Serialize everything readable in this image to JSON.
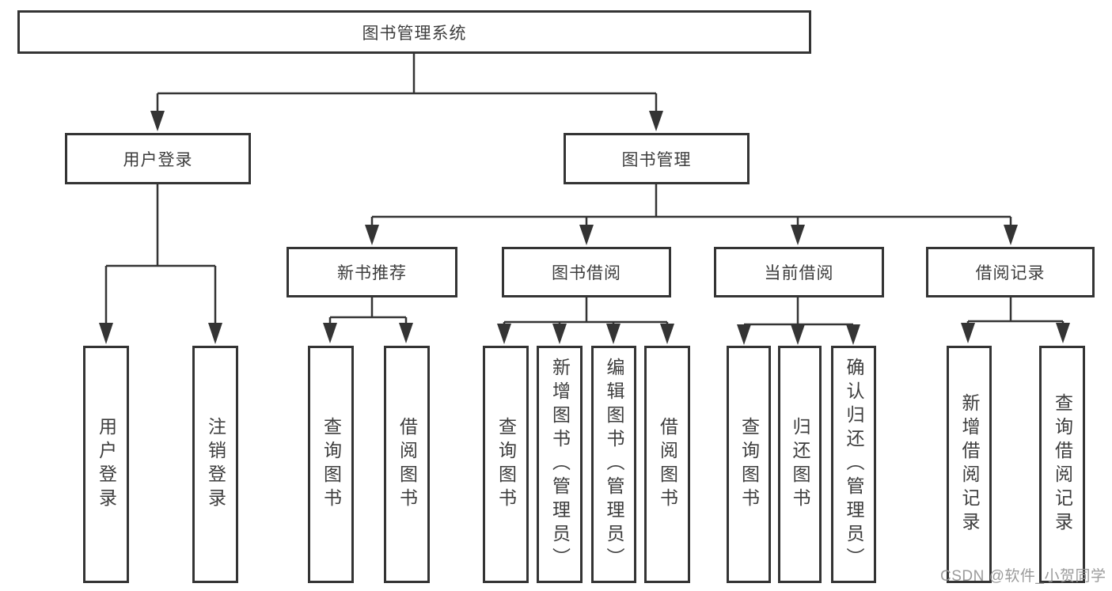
{
  "diagram": {
    "root": {
      "label": "图书管理系统"
    },
    "level2": [
      {
        "label": "用户登录"
      },
      {
        "label": "图书管理"
      }
    ],
    "level3": [
      {
        "label": "新书推荐"
      },
      {
        "label": "图书借阅"
      },
      {
        "label": "当前借阅"
      },
      {
        "label": "借阅记录"
      }
    ],
    "leaves": {
      "user_login": [
        {
          "label": "用户登录"
        },
        {
          "label": "注销登录"
        }
      ],
      "new_book": [
        {
          "label": "查询图书"
        },
        {
          "label": "借阅图书"
        }
      ],
      "book_borrow": [
        {
          "label": "查询图书"
        },
        {
          "label": "新增图书（管理员）"
        },
        {
          "label": "编辑图书（管理员）"
        },
        {
          "label": "借阅图书"
        }
      ],
      "current_borrow": [
        {
          "label": "查询图书"
        },
        {
          "label": "归还图书"
        },
        {
          "label": "确认归还（管理员）"
        }
      ],
      "borrow_record": [
        {
          "label": "新增借阅记录"
        },
        {
          "label": "查询借阅记录"
        }
      ]
    }
  },
  "watermark": {
    "text": "CSDN @软件_小贺同学"
  },
  "colors": {
    "line": "#343434",
    "text": "#3d3d3d",
    "box_background": "#ffffff",
    "watermark": "#969696"
  }
}
